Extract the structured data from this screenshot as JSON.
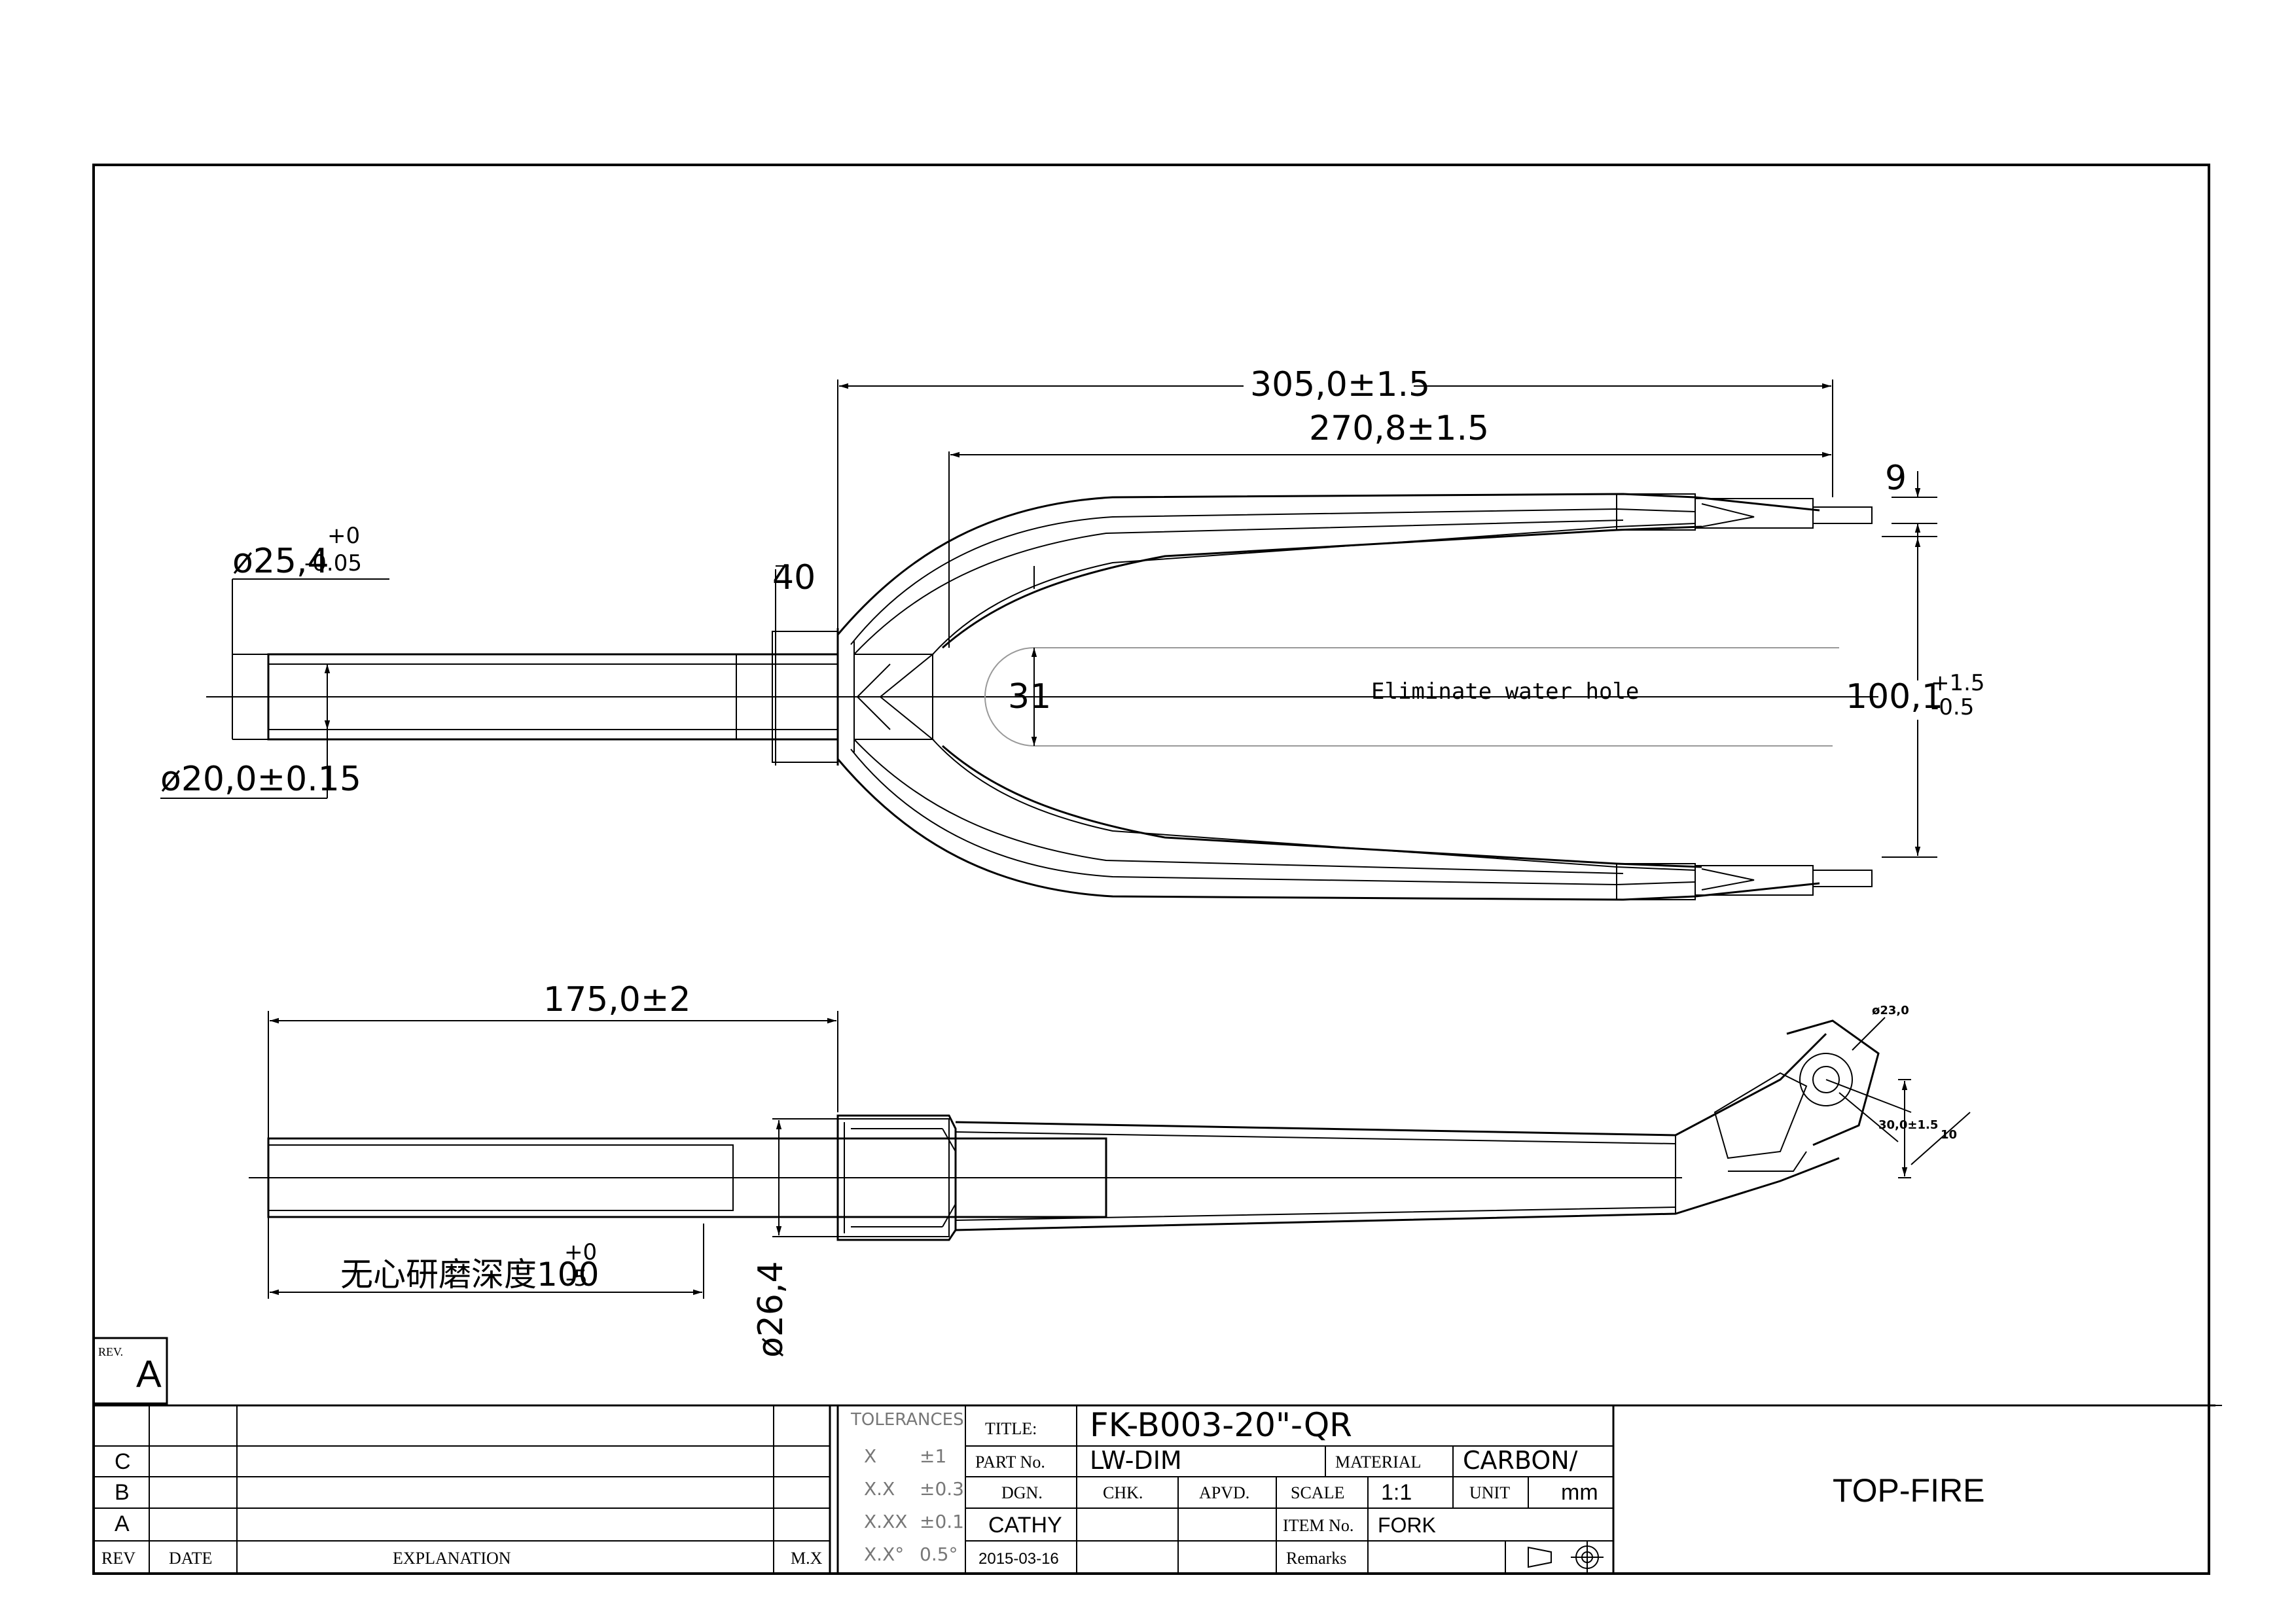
{
  "dimensions": {
    "overall_length": "305,0±1.5",
    "blade_length": "270,8±1.5",
    "dropout_thickness": "9",
    "crown_width": "40",
    "steerer_outer_main": "ø25,4",
    "steerer_outer_tol_upper": "+0",
    "steerer_outer_tol_lower": "-0.05",
    "steerer_inner": "ø20,0±0.15",
    "crown_radius": "31",
    "axle_spacing_main": "100,1",
    "axle_spacing_tol_upper": "+1.5",
    "axle_spacing_tol_lower": "-0.5",
    "steerer_length": "175,0±2",
    "grinding_depth_main": "无心研磨深度100",
    "grinding_depth_tol_upper": "+0",
    "grinding_depth_tol_lower": "-5",
    "crown_race": "ø26,4",
    "dropout_dia": "ø23,0",
    "offset": "30,0±1.5",
    "dropout_small": "10"
  },
  "notes": {
    "water_hole": "Eliminate water hole"
  },
  "revision_box": {
    "label": "REV.",
    "value": "A"
  },
  "revision_table": {
    "rows": [
      "C",
      "B",
      "A"
    ],
    "header": {
      "rev": "REV",
      "date": "DATE",
      "explanation": "EXPLANATION",
      "mx": "M.X"
    }
  },
  "tolerances": {
    "title": "TOLERANCES",
    "rows": [
      {
        "label": "X",
        "value": "±1"
      },
      {
        "label": "X.X",
        "value": "±0.3"
      },
      {
        "label": "X.XX",
        "value": "±0.1"
      },
      {
        "label": "X.X°",
        "value": "0.5°"
      }
    ]
  },
  "title_block": {
    "title_label": "TITLE:",
    "title_value": "FK-B003-20\"-QR",
    "part_label": "PART No.",
    "part_value": "LW-DIM",
    "material_label": "MATERIAL",
    "material_value": "CARBON/",
    "dgn_label": "DGN.",
    "chk_label": "CHK.",
    "apvd_label": "APVD.",
    "scale_label": "SCALE",
    "scale_value": "1:1",
    "unit_label": "UNIT",
    "unit_value": "mm",
    "designer": "CATHY",
    "item_label": "ITEM No.",
    "item_value": "FORK",
    "date": "2015-03-16",
    "remarks_label": "Remarks"
  },
  "company": "TOP-FIRE",
  "icons": [
    "third-angle-projection-icon"
  ]
}
